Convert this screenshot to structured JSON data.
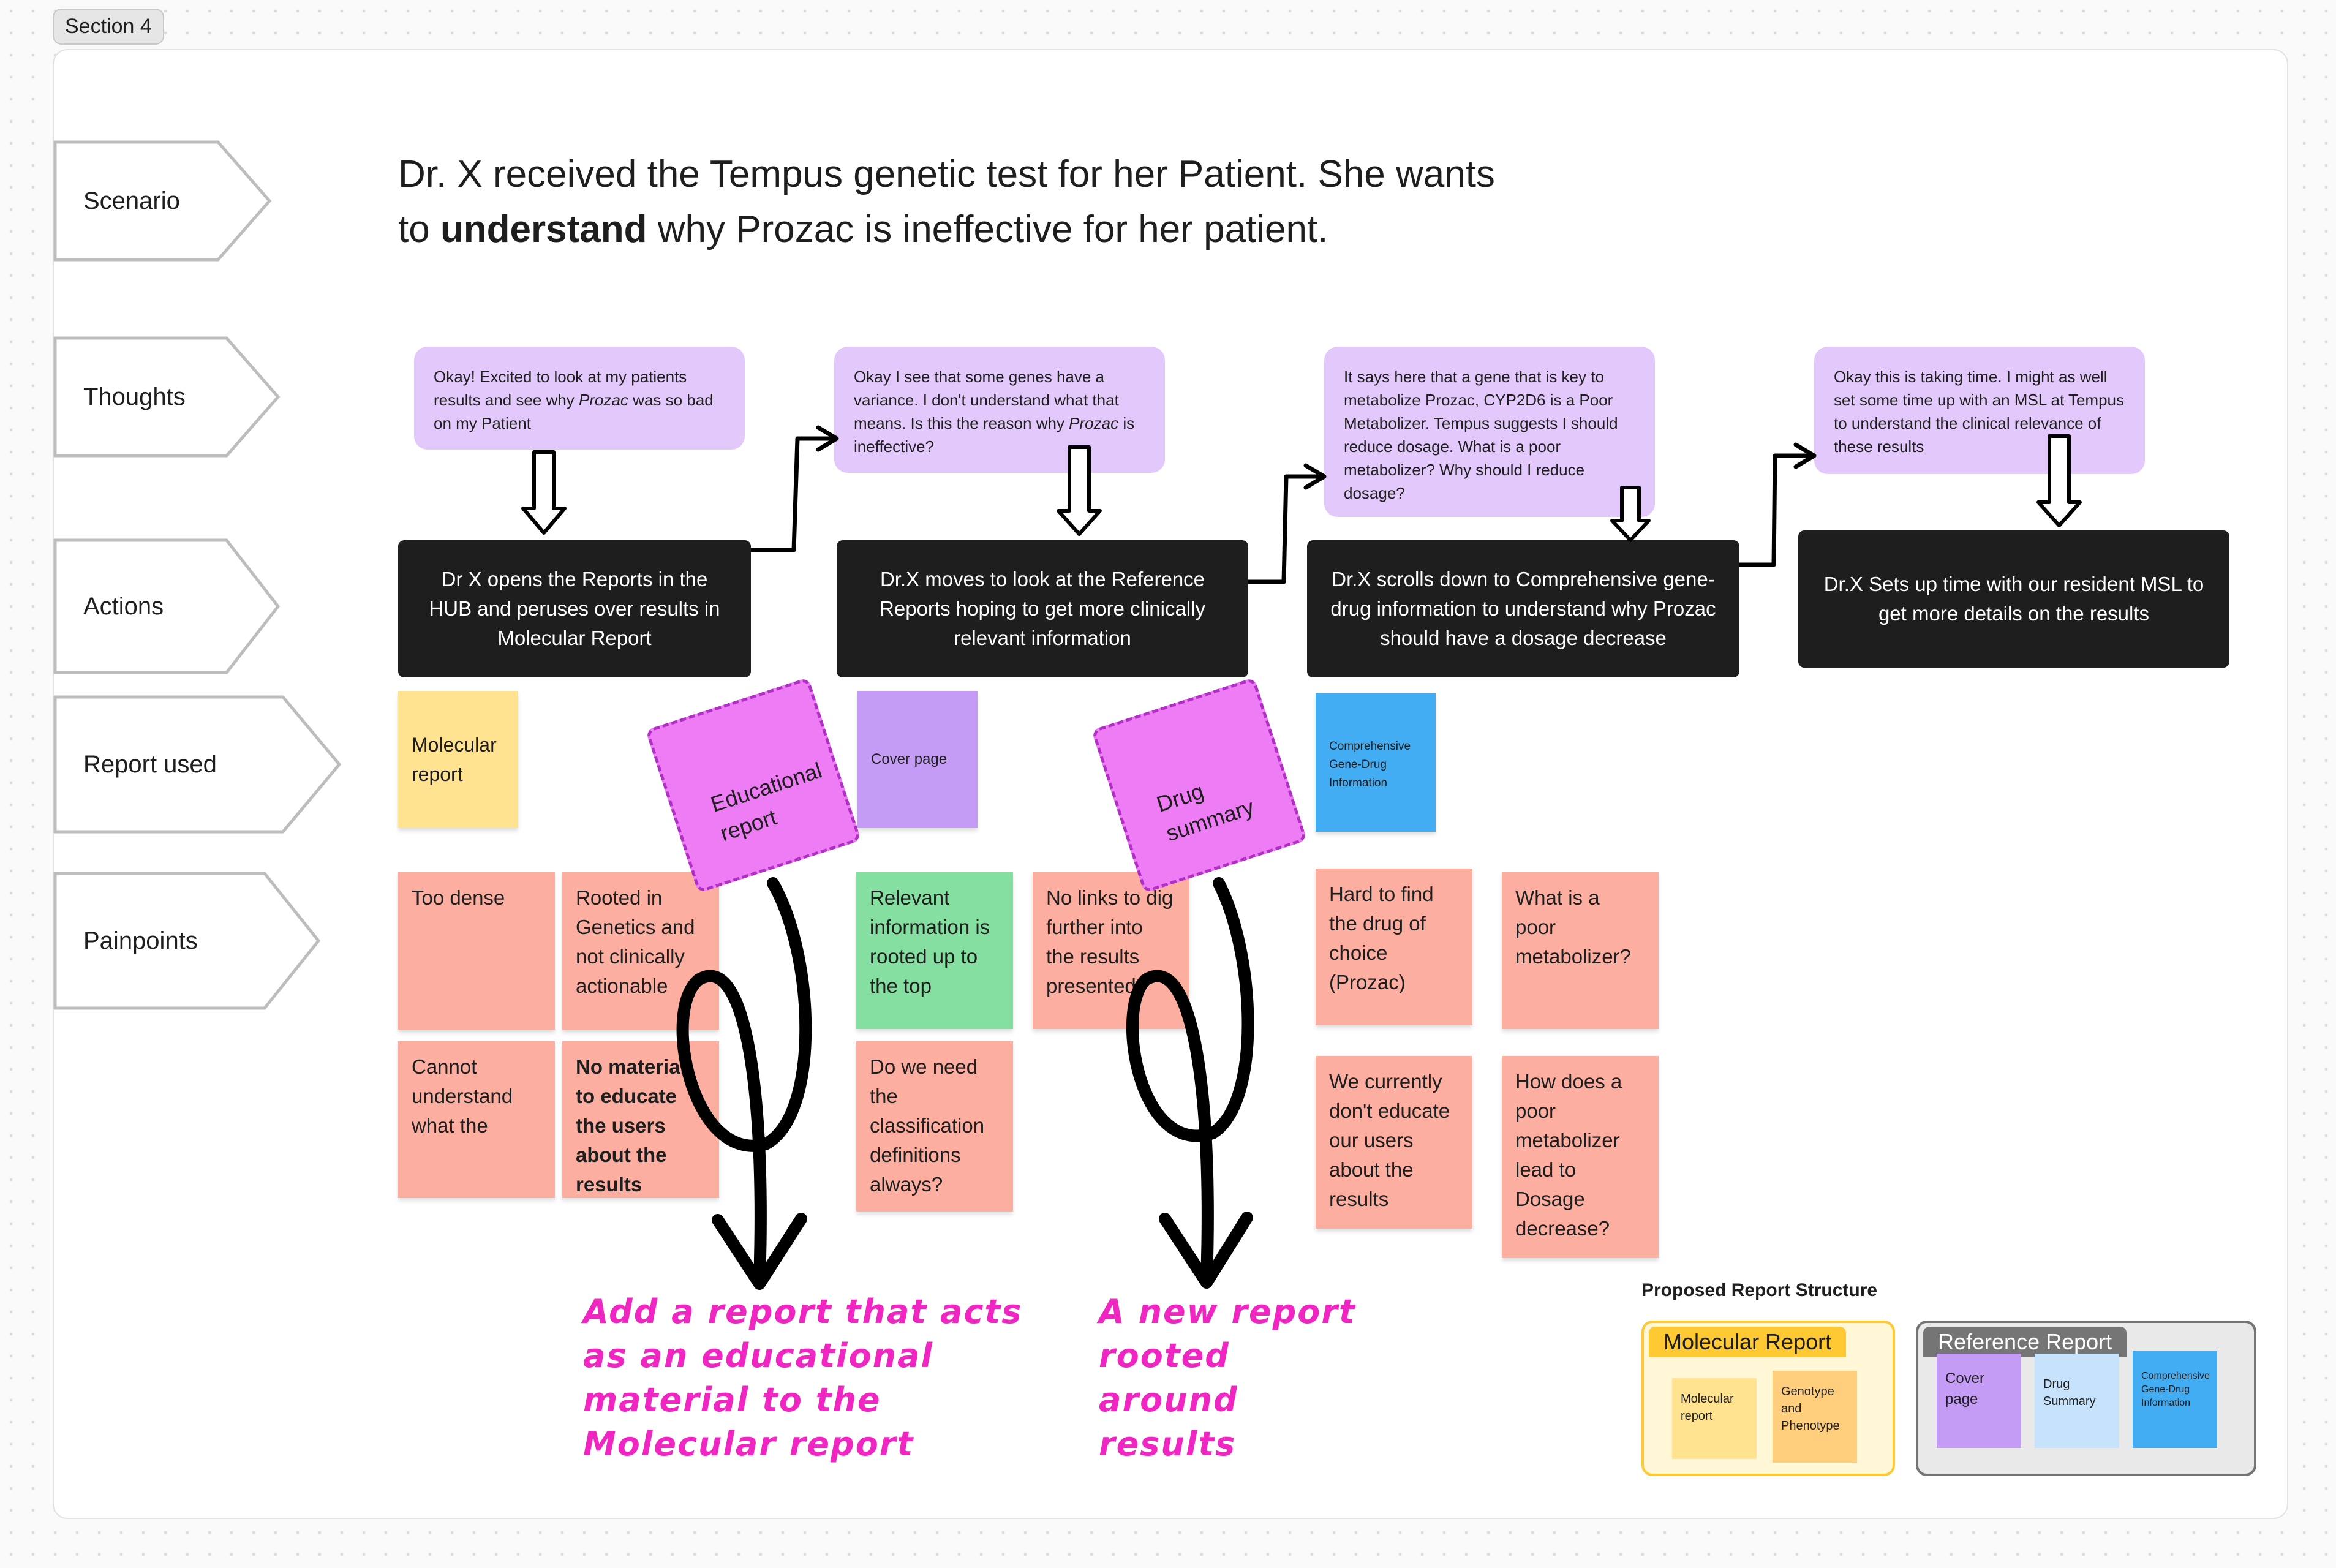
{
  "section_label": "Section 4",
  "row_labels": {
    "scenario": "Scenario",
    "thoughts": "Thoughts",
    "actions": "Actions",
    "report_used": "Report used",
    "painpoints": "Painpoints"
  },
  "scenario": {
    "line1": "Dr. X received the Tempus genetic test for her Patient. She wants",
    "line2_pre": "to ",
    "line2_bold": "understand",
    "line2_post": " why Prozac is ineffective for her patient."
  },
  "thoughts": [
    {
      "pre": "Okay! Excited to look at my patients results and see why ",
      "em": "Prozac",
      "post": " was so bad on my Patient"
    },
    {
      "pre": "Okay I see that some genes have a variance. I don't understand what that means. Is this the reason why ",
      "em": "Prozac",
      "post": " is ineffective?"
    },
    {
      "pre": "It says here that a gene that is key to metabolize Prozac, CYP2D6 is a Poor Metabolizer. Tempus suggests I should reduce dosage. What is a poor metabolizer? Why should I reduce dosage?",
      "em": "",
      "post": ""
    },
    {
      "pre": "Okay this is taking time. I might as well set some time up with an MSL at Tempus to understand the clinical relevance of these results",
      "em": "",
      "post": ""
    }
  ],
  "actions": [
    "Dr X opens the Reports in the HUB and peruses over results in Molecular Report",
    "Dr.X moves to look at the Reference Reports hoping to get more clinically relevant information",
    "Dr.X scrolls down to Comprehensive gene-drug information to understand why Prozac should have a dosage decrease",
    "Dr.X Sets up time with our resident MSL to get more details on the results"
  ],
  "reports_used": {
    "molecular": "Molecular report",
    "educational": "Educational report",
    "cover": "Cover page",
    "drug_summary": "Drug summary",
    "comprehensive": "Comprehensive Gene-Drug Information"
  },
  "painpoints": {
    "p1": "Too dense",
    "p2": "Rooted in Genetics and not clinically actionable",
    "p3": "Cannot understand what the",
    "p4": "No material to educate the users about the results",
    "p5": "Relevant information is rooted up to the top",
    "p6": "No links to dig further into the results presented",
    "p7": "Do we need the classification definitions always?",
    "p8": "Hard to find the drug of choice (Prozac)",
    "p9": "What is a poor metabolizer?",
    "p10": "We currently don't educate our users about the results",
    "p11": "How does a poor metabolizer lead to Dosage decrease?"
  },
  "notes": {
    "left": "Add a report that acts as an educational material to the Molecular report",
    "right": "A new report rooted around results"
  },
  "legend": {
    "title": "Proposed Report Structure",
    "molecular_header": "Molecular Report",
    "molecular_items": [
      "Molecular report",
      "Genotype and Phenotype"
    ],
    "reference_header": "Reference Report",
    "reference_items": [
      "Cover page",
      "Drug Summary",
      "Comprehensive Gene-Drug Information"
    ]
  },
  "colors": {
    "thought_bubble": "#e3c9fb",
    "action_card": "#1e1e1e",
    "painpoint": "#fcaea1",
    "positive": "#85dfa1",
    "molecular": "#ffe391",
    "cover": "#c49cf5",
    "comprehensive": "#43adf4",
    "new_report": "#ee7cf5",
    "annotation": "#ef26c1"
  }
}
